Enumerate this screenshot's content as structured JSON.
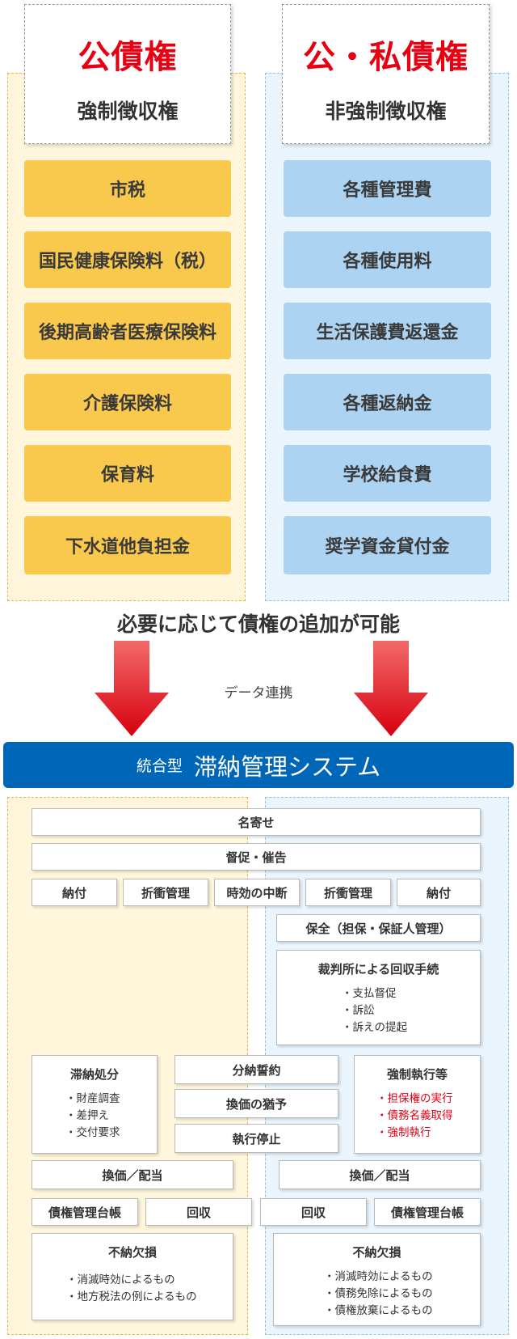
{
  "left_header": {
    "title": "公債権",
    "subtitle": "強制徴収権"
  },
  "right_header": {
    "title": "公・私債権",
    "subtitle": "非強制徴収権"
  },
  "left_items": [
    "市税",
    "国民健康保険料（税）",
    "後期高齢者医療保険料",
    "介護保険料",
    "保育料",
    "下水道他負担金"
  ],
  "right_items": [
    "各種管理費",
    "各種使用料",
    "生活保護費返還金",
    "各種返納金",
    "学校給食費",
    "奨学資金貸付金"
  ],
  "note": "必要に応じて債権の追加が可能",
  "data_link": "データ連携",
  "system": {
    "prefix": "統合型",
    "name": "滞納管理システム"
  },
  "colors": {
    "accent_red": "#e60012",
    "system_blue": "#0066b8",
    "public_yellow": "#f9c94d",
    "private_blue": "#acd3f1"
  },
  "flow": {
    "nayose": "名寄せ",
    "tokusoku": "督促・催告",
    "row3": [
      "納付",
      "折衝管理",
      "時効の中断",
      "折衝管理",
      "納付"
    ],
    "hozen": "保全（担保・保証人管理）",
    "saibansho": {
      "title": "裁判所による回収手続",
      "items": [
        "・支払督促",
        "・訴訟",
        "・訴えの提起"
      ]
    },
    "tainou_shobun": {
      "title": "滞納処分",
      "items": [
        "・財産調査",
        "・差押え",
        "・交付要求"
      ]
    },
    "center": [
      "分納誓約",
      "換価の猶予",
      "執行停止"
    ],
    "kyousei": {
      "title": "強制執行等",
      "items": [
        "・担保権の実行",
        "・債務名義取得",
        "・強制執行"
      ]
    },
    "kanka_left": "換価／配当",
    "kanka_right": "換価／配当",
    "row_last": [
      "債権管理台帳",
      "回収",
      "回収",
      "債権管理台帳"
    ],
    "funou_left": {
      "title": "不納欠損",
      "items": [
        "・消滅時効によるもの",
        "・地方税法の例によるもの"
      ]
    },
    "funou_right": {
      "title": "不納欠損",
      "items": [
        "・消滅時効によるもの",
        "・債務免除によるもの",
        "・債権放棄によるもの"
      ]
    }
  }
}
